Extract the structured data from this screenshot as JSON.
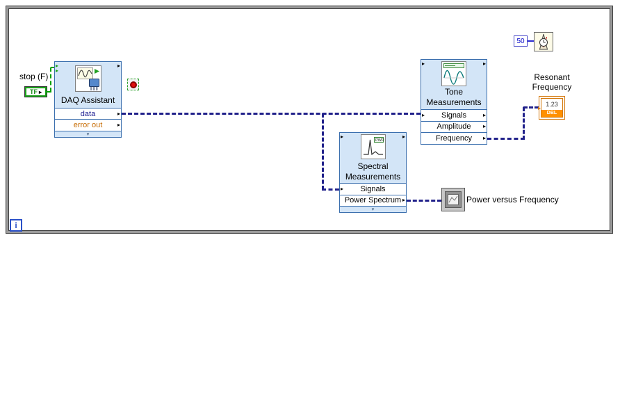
{
  "colors": {
    "express_background": "#d3e5f7",
    "express_border": "#3b6fae",
    "dynamic_wire": "#20208a",
    "boolean_wire": "#00a000",
    "error_out_text": "#c66a00",
    "numeric_type_accent": "#ff9000",
    "loop_border": "#9a9a9a"
  },
  "icons": {
    "arrow_right": "▸",
    "expand_chevron": "▾"
  },
  "loop": {
    "iteration_terminal": "i"
  },
  "stop_control": {
    "label": "stop (F)",
    "terminal_text": "TF"
  },
  "daq_assistant": {
    "title": "DAQ Assistant",
    "outputs": [
      "data",
      "error out"
    ]
  },
  "tone_measurements": {
    "title_line1": "Tone",
    "title_line2": "Measurements",
    "terminals": [
      "Signals",
      "Amplitude",
      "Frequency"
    ]
  },
  "spectral_measurements": {
    "title_line1": "Spectral",
    "title_line2": "Measurements",
    "terminals": [
      "Signals",
      "Power Spectrum"
    ]
  },
  "resonant_frequency": {
    "label_line1": "Resonant",
    "label_line2": "Frequency",
    "icon_value": "1.23",
    "type_badge": "DBL"
  },
  "graph": {
    "label": "Power versus Frequency"
  },
  "wait_timer": {
    "constant_value": "50"
  }
}
